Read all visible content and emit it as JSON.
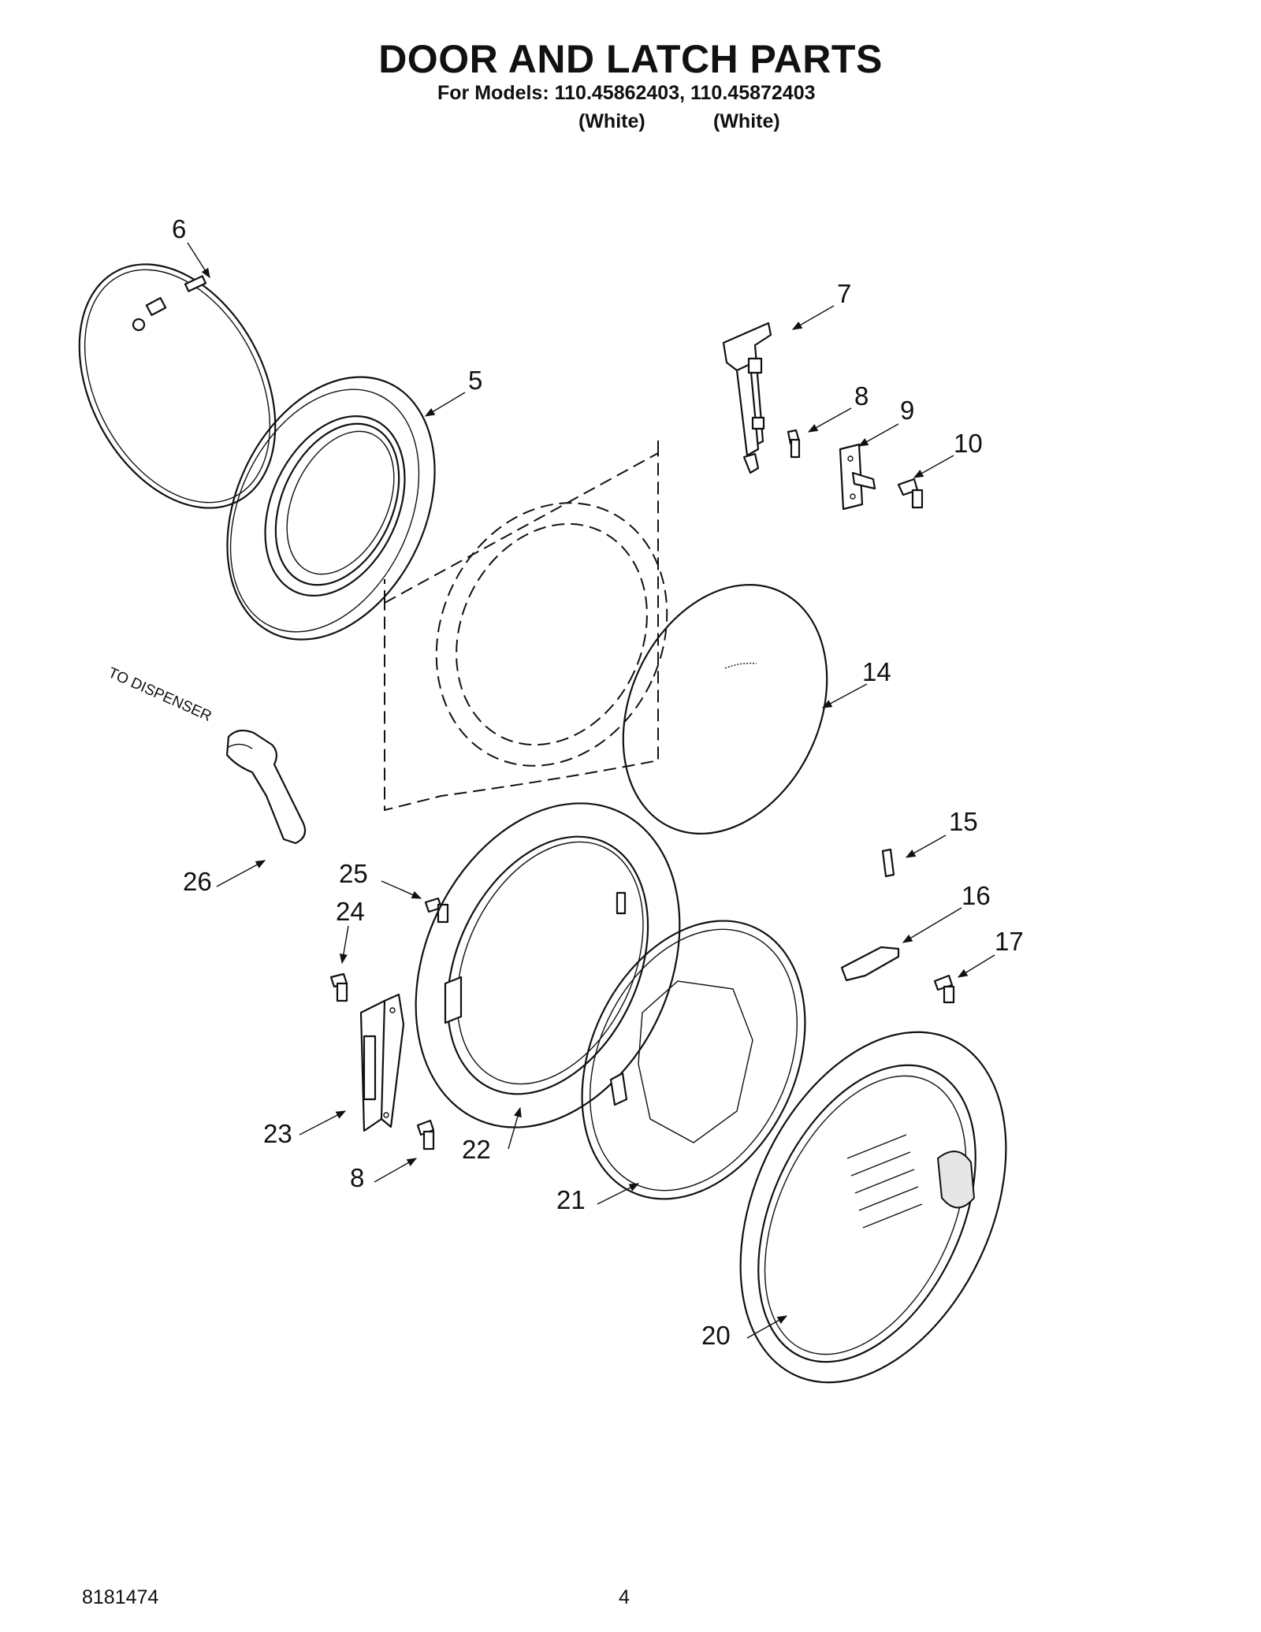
{
  "header": {
    "title": "DOOR AND LATCH PARTS",
    "models_line": "For Models: 110.45862403, 110.45872403",
    "variant_1": "(White)",
    "variant_2": "(White)"
  },
  "diagram": {
    "note": "TO DISPENSER",
    "callouts": [
      "6",
      "7",
      "5",
      "8",
      "9",
      "10",
      "14",
      "15",
      "26",
      "25",
      "24",
      "16",
      "17",
      "23",
      "22",
      "8",
      "21",
      "20"
    ]
  },
  "footer": {
    "doc_number": "8181474",
    "page_number": "4"
  }
}
